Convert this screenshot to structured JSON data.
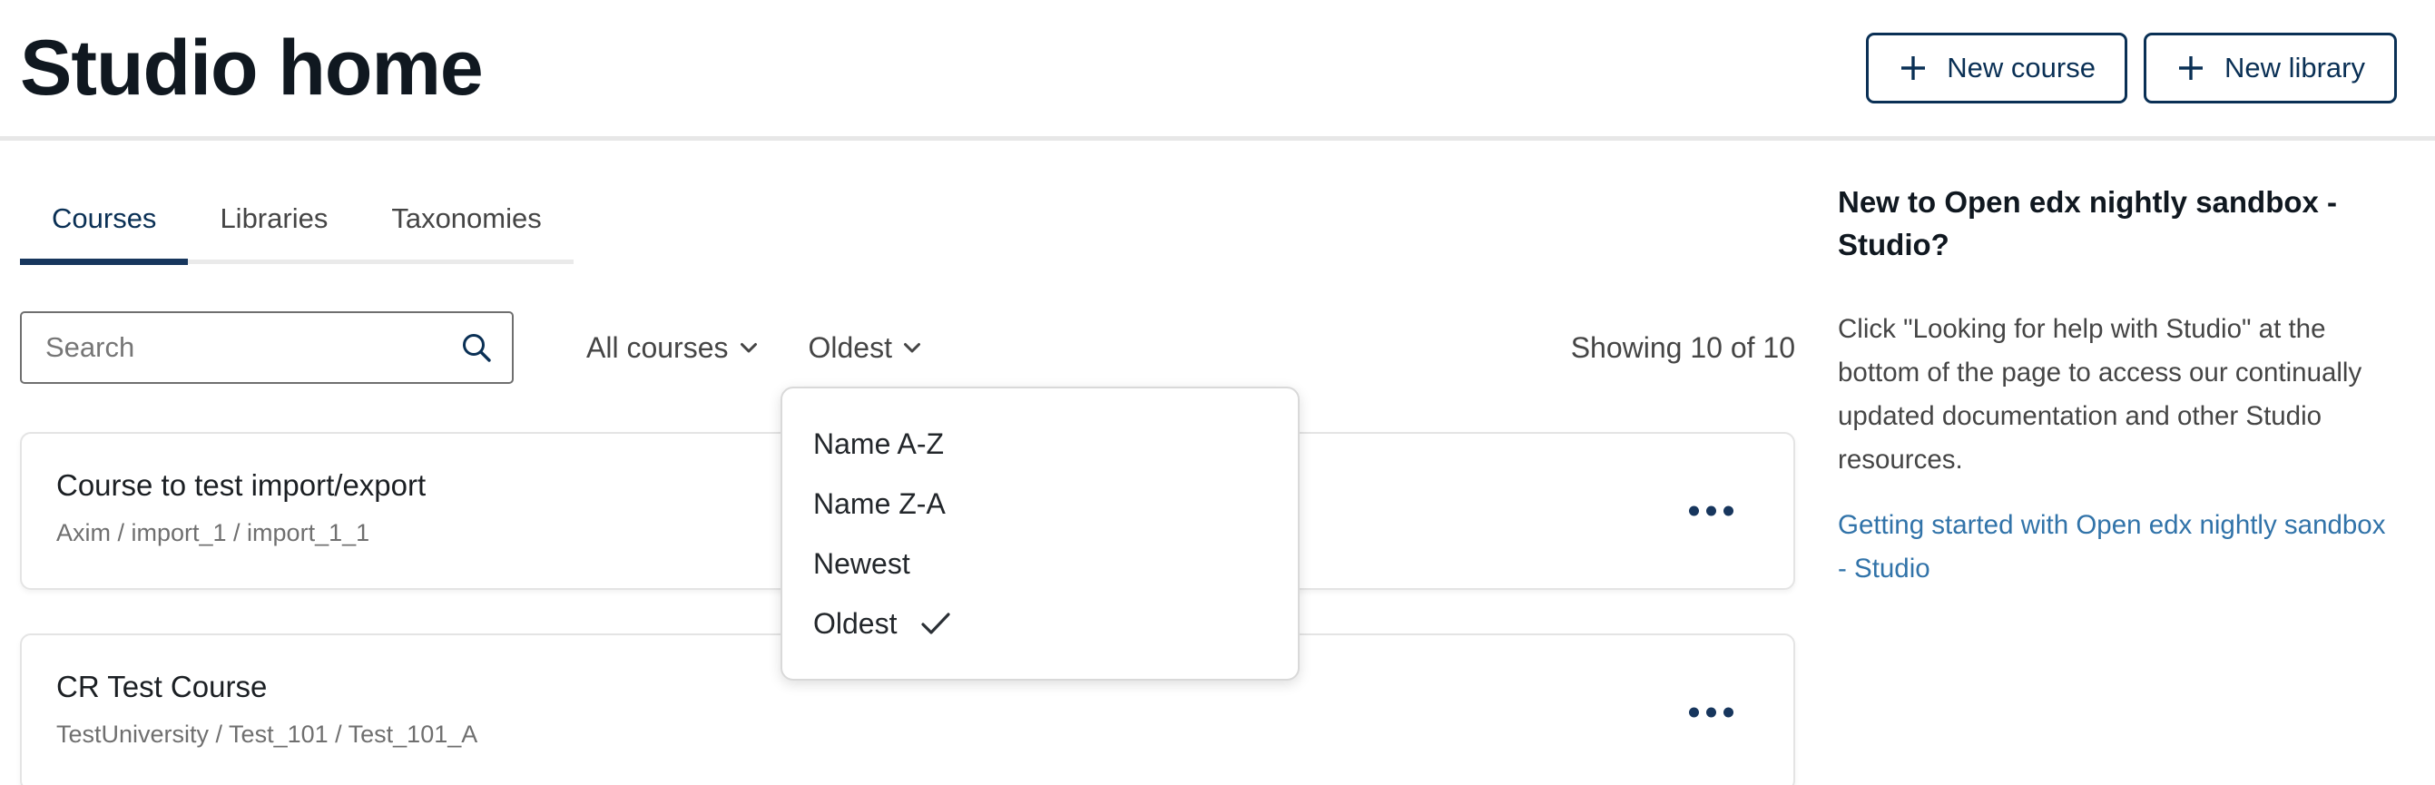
{
  "page": {
    "title": "Studio home"
  },
  "header": {
    "buttons": [
      {
        "label": "New course"
      },
      {
        "label": "New library"
      }
    ]
  },
  "tabs": [
    {
      "label": "Courses",
      "active": true
    },
    {
      "label": "Libraries",
      "active": false
    },
    {
      "label": "Taxonomies",
      "active": false
    }
  ],
  "toolbar": {
    "search_placeholder": "Search",
    "filters": [
      {
        "label": "All courses"
      },
      {
        "label": "Oldest"
      }
    ],
    "count_text": "Showing 10 of 10"
  },
  "sort_menu": {
    "items": [
      {
        "label": "Name A-Z",
        "selected": false
      },
      {
        "label": "Name Z-A",
        "selected": false
      },
      {
        "label": "Newest",
        "selected": false
      },
      {
        "label": "Oldest",
        "selected": true
      }
    ]
  },
  "courses": [
    {
      "title": "Course to test import/export",
      "org_path": "Axim / import_1 / import_1_1"
    },
    {
      "title": "CR Test Course",
      "org_path": "TestUniversity / Test_101 / Test_101_A"
    }
  ],
  "help_panel": {
    "heading": "New to Open edx nightly sandbox - Studio?",
    "body": "Click \"Looking for help with Studio\" at the bottom of the page to access our continually updated documentation and other Studio resources.",
    "link": "Getting started with Open edx nightly sandbox - Studio"
  },
  "colors": {
    "primary": "#0a3055",
    "link": "#3173a9",
    "muted_text": "#454545"
  }
}
